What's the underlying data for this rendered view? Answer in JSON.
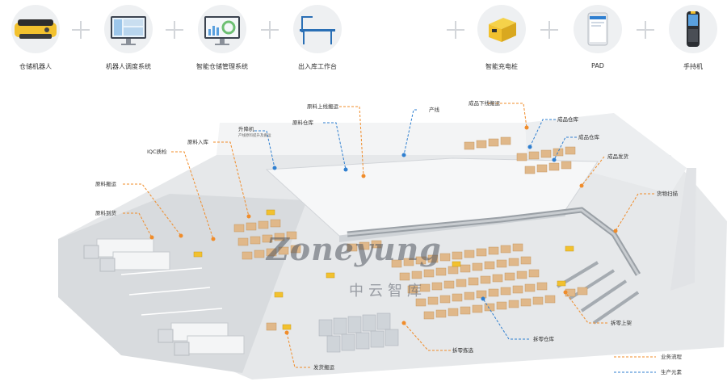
{
  "top_items": [
    {
      "label": "仓储机器人",
      "icon": "warehouse-robot-icon"
    },
    {
      "label": "机器人调度系统",
      "icon": "dispatch-monitor-icon"
    },
    {
      "label": "智能仓储管理系统",
      "icon": "wms-monitor-icon"
    },
    {
      "label": "出入库工作台",
      "icon": "workbench-icon"
    },
    {
      "label": "智能充电桩",
      "icon": "charging-pile-icon"
    },
    {
      "label": "PAD",
      "icon": "tablet-icon"
    },
    {
      "label": "手持机",
      "icon": "handheld-terminal-icon"
    }
  ],
  "callouts": {
    "raw_upline": "原料上线搬运",
    "production_line": "产线",
    "finished_offline": "成品下线搬运",
    "raw_warehouse": "原料仓库",
    "finished_warehouse_1": "成品仓库",
    "finished_warehouse_2": "成品仓库",
    "lift": "升降机",
    "lift_sub": "产线原料提升及搬运",
    "finished_shipping": "成品发货",
    "raw_inbound": "原料入库",
    "iqc": "IQC质检",
    "goods_scan": "货物扫描",
    "raw_transport": "原料搬运",
    "raw_arrival": "原料到货",
    "split_shelf": "拆零上架",
    "split_warehouse": "拆零仓库",
    "split_pick": "拆零拣选",
    "ship_transport": "发货搬运"
  },
  "watermark": {
    "brand": "Zoneyung",
    "cn": "中云智库"
  },
  "legend": {
    "business": "业务流程",
    "production": "生产元素"
  },
  "colors": {
    "business": "#f08c2a",
    "production": "#2f7fd0",
    "robot": "#f2c12e"
  }
}
